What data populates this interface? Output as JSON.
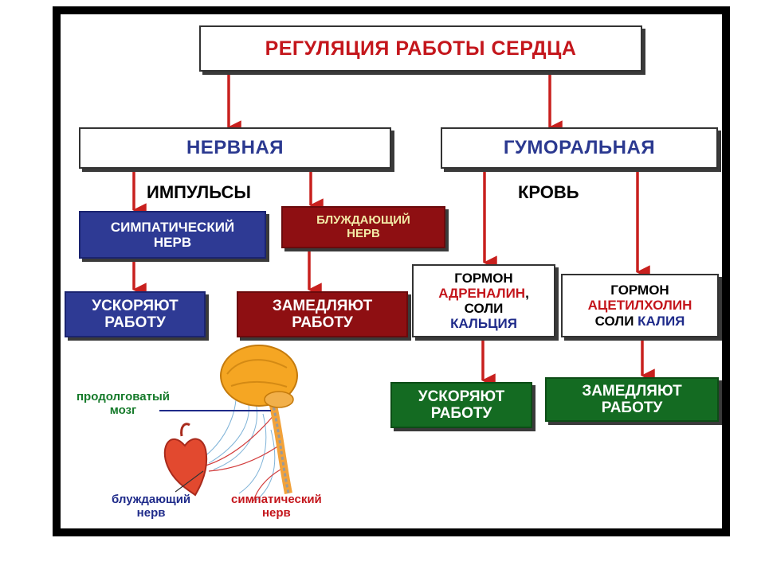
{
  "title": "РЕГУЛЯЦИЯ РАБОТЫ СЕРДЦА",
  "nervous": {
    "header": "НЕРВНАЯ",
    "impulses_label": "ИМПУЛЬСЫ",
    "sympathetic_line1": "СИМПАТИЧЕСКИЙ",
    "sympathetic_line2": "НЕРВ",
    "vagus_line1": "БЛУЖДАЮЩИЙ",
    "vagus_line2": "НЕРВ",
    "accelerate_line1": "УСКОРЯЮТ",
    "accelerate_line2": "РАБОТУ",
    "slow_line1": "ЗАМЕДЛЯЮТ",
    "slow_line2": "РАБОТУ"
  },
  "humoral": {
    "header": "ГУМОРАЛЬНАЯ",
    "blood_label": "КРОВЬ",
    "hormone1_line1": "ГОРМОН",
    "hormone1_line2": "АДРЕНАЛИН",
    "hormone1_comma": ",",
    "hormone1_line3": "СОЛИ",
    "hormone1_line4": "КАЛЬЦИЯ",
    "hormone2_line1": "ГОРМОН",
    "hormone2_line2": "АЦЕТИЛХОЛИН",
    "hormone2_line3_a": "СОЛИ",
    "hormone2_line3_b": "КАЛИЯ",
    "accelerate_line1": "УСКОРЯЮТ",
    "accelerate_line2": "РАБОТУ",
    "slow_line1": "ЗАМЕДЛЯЮТ",
    "slow_line2": "РАБОТУ"
  },
  "illustration": {
    "medulla_line1": "продолговатый",
    "medulla_line2": "мозг",
    "vagus_line1": "блуждающий",
    "vagus_line2": "нерв",
    "sympathetic_line1": "симпатический",
    "sympathetic_line2": "нерв"
  },
  "colors": {
    "title_red": "#c4161c",
    "header_blue": "#2b3990",
    "box_blue": "#2e3a94",
    "box_red": "#8e0f12",
    "box_green": "#146b22",
    "arrow": "#c8201e"
  }
}
